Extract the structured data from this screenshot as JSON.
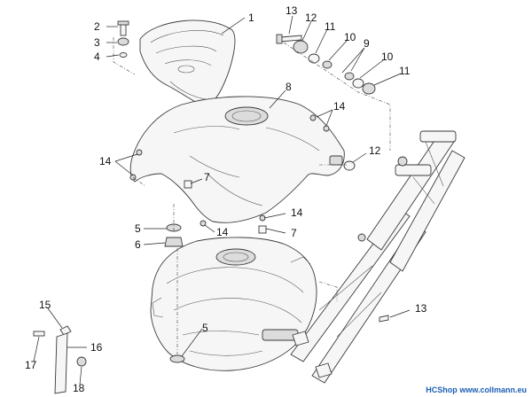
{
  "callouts": [
    "1",
    "2",
    "3",
    "4",
    "5",
    "6",
    "7",
    "8",
    "9",
    "10",
    "11",
    "12",
    "13",
    "14",
    "15",
    "16",
    "17",
    "18"
  ],
  "labels": {
    "c1": "1",
    "c2": "2",
    "c3": "3",
    "c4": "4",
    "c5a": "5",
    "c5b": "5",
    "c6": "6",
    "c7a": "7",
    "c7b": "7",
    "c8": "8",
    "c9": "9",
    "c10a": "10",
    "c10b": "10",
    "c11a": "11",
    "c11b": "11",
    "c12a": "12",
    "c12b": "12",
    "c13a": "13",
    "c13b": "13",
    "c14a": "14",
    "c14b": "14",
    "c14c": "14",
    "c14d": "14",
    "c15": "15",
    "c16": "16",
    "c17": "17",
    "c18": "18"
  },
  "footer": {
    "shop": "HCShop",
    "url": "www.collmann.eu"
  }
}
